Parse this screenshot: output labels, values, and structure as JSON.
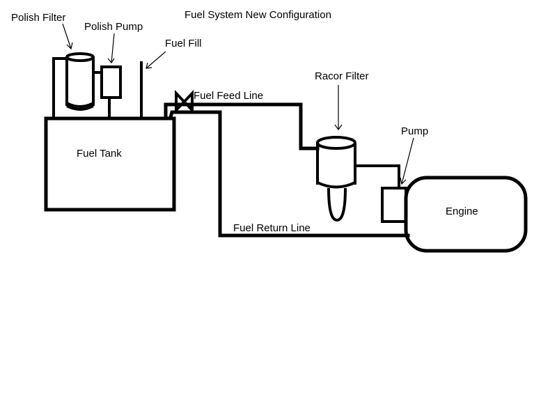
{
  "title": "Fuel System New Configuration",
  "labels": {
    "polish_filter": "Polish Filter",
    "polish_pump": "Polish Pump",
    "fuel_fill": "Fuel Fill",
    "fuel_feed_line": "Fuel Feed Line",
    "racor_filter": "Racor Filter",
    "pump": "Pump",
    "fuel_tank": "Fuel Tank",
    "engine": "Engine",
    "fuel_return_line": "Fuel Return Line"
  },
  "colors": {
    "line": "#000000",
    "background": "#ffffff"
  }
}
